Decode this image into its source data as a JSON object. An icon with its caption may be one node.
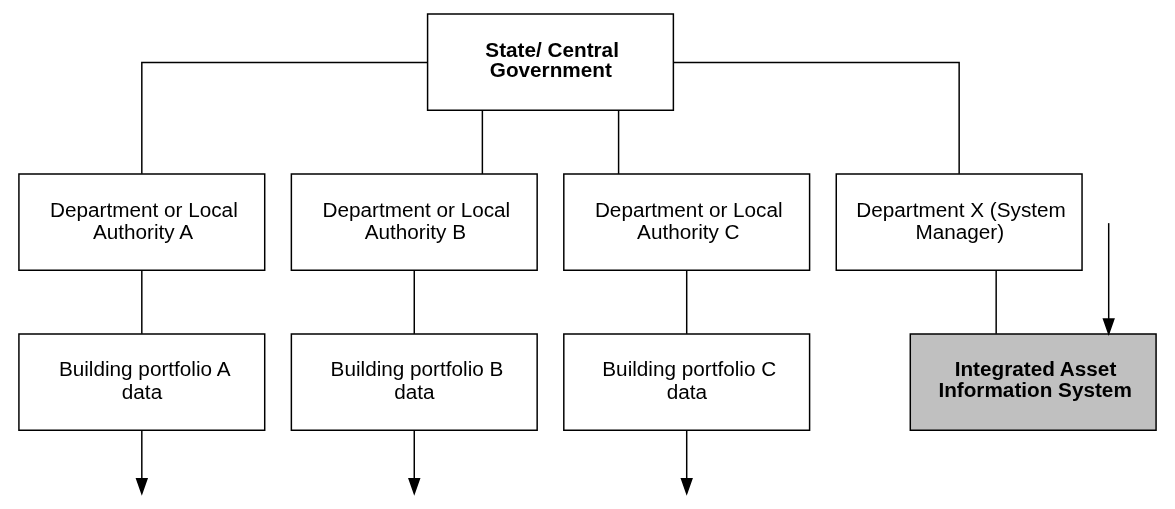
{
  "diagram": {
    "nodes": [
      {
        "text": [
          "State/ Central Government"
        ]
      },
      {
        "text": [
          "Department or Local Authority A"
        ]
      },
      {
        "text": [
          "Department or Local Authority B"
        ]
      },
      {
        "text": [
          "Department or Local Authority C"
        ]
      },
      {
        "text": [
          "Department X (System Manager)"
        ]
      },
      {
        "text": [
          "Building portfolio A data"
        ]
      },
      {
        "text": [
          "Building portfolio B data"
        ]
      },
      {
        "text": [
          "Building portfolio C data"
        ]
      },
      {
        "text": [
          "Integrated Asset Information System"
        ]
      }
    ],
    "edges": [
      {
        "from": 0,
        "to": 1,
        "arrow": "none"
      },
      {
        "from": 0,
        "to": 2,
        "arrow": "none"
      },
      {
        "from": 0,
        "to": 3,
        "arrow": "none"
      },
      {
        "from": 0,
        "to": 4,
        "arrow": "none"
      },
      {
        "from": 1,
        "to": 5,
        "arrow": "none"
      },
      {
        "from": 2,
        "to": 6,
        "arrow": "none"
      },
      {
        "from": 3,
        "to": 7,
        "arrow": "none"
      },
      {
        "from": 4,
        "to": 8,
        "arrow": "none"
      },
      {
        "from": 5,
        "to": null,
        "arrow": "to"
      },
      {
        "from": 6,
        "to": null,
        "arrow": "to"
      },
      {
        "from": 7,
        "to": null,
        "arrow": "to"
      },
      {
        "from": null,
        "to": 8,
        "arrow": "to"
      }
    ]
  }
}
